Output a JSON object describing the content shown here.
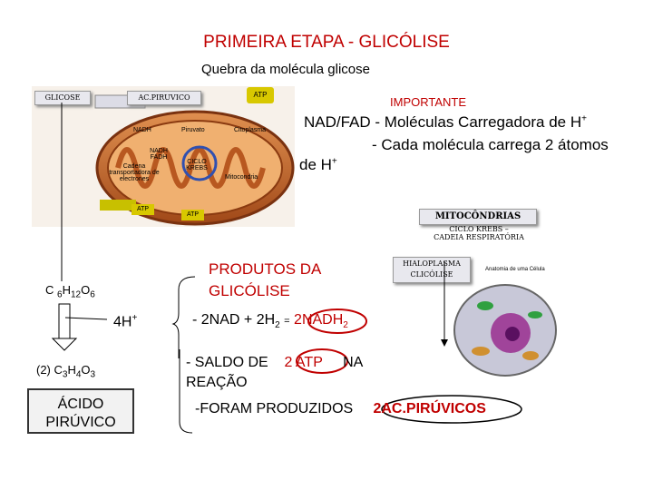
{
  "title": "PRIMEIRA ETAPA  - GLICÓLISE",
  "subtitle": "Quebra da molécula glicose",
  "important": "IMPORTANTE",
  "nad": {
    "line1_pre": "NAD/FAD - Moléculas Carregadora de H",
    "line1_sup": "+",
    "line2": "- Cada molécula carrega  2 átomos",
    "line3_pre": "de H",
    "line3_sup": "+"
  },
  "mito_diagram": {
    "glicose": "GLICOSE",
    "acpiruvico": "AC.PIRUVICO",
    "atp_top": "ATP",
    "nadh": "NADH",
    "piruvato": "Piruvato",
    "citoplasma": "Citoplasma",
    "nadh_fadh": "NADH FADH",
    "ciclo_krebs": "CICLO KREBS",
    "mitocondria": "Mitocondria",
    "cadeia": "Cadena transportadora de electrones",
    "atp1": "ATP",
    "atp2": "ATP"
  },
  "labels": {
    "mitocondrias": "MITOCÔNDRIAS",
    "ciclo": "CICLO KREBS – CADEIA RESPIRATÓRIA",
    "hialoplasma": "HIALOPLASMA CLICÓLISE"
  },
  "cell_diagram": {
    "title": "Anatomia de uma Célula"
  },
  "produtos": {
    "line1": "PRODUTOS DA",
    "line2": "GLICÓLISE"
  },
  "formula": {
    "c": "C ",
    "c_sub": "6",
    "h": "H",
    "h_sub": "12",
    "o": "O",
    "o_sub": "6"
  },
  "h4": {
    "text": "4H",
    "sup": "+"
  },
  "pyr": {
    "prefix": "(2) C",
    "c_sub": "3",
    "h": "H",
    "h_sub": "4",
    "o": "O",
    "o_sub": "3"
  },
  "acido": {
    "line1": "ÁCIDO",
    "line2": "PIRÚVICO"
  },
  "eq1": {
    "text": "- 2NAD + 2H",
    "h_sub": "2",
    "arrow": "=",
    "result": "2NADH",
    "result_sub": "2"
  },
  "saldo": {
    "pre": "- SALDO  DE",
    "atp": "2 ATP",
    "na": "NA",
    "reacao": "REAÇÃO"
  },
  "produzidos": {
    "pre": "-FORAM PRODUZIDOS",
    "result": "2AC.PIRÚVICOS"
  },
  "colors": {
    "accent_red": "#c00000",
    "mito_body": "#c8702a",
    "mito_inner": "#e0a060"
  }
}
